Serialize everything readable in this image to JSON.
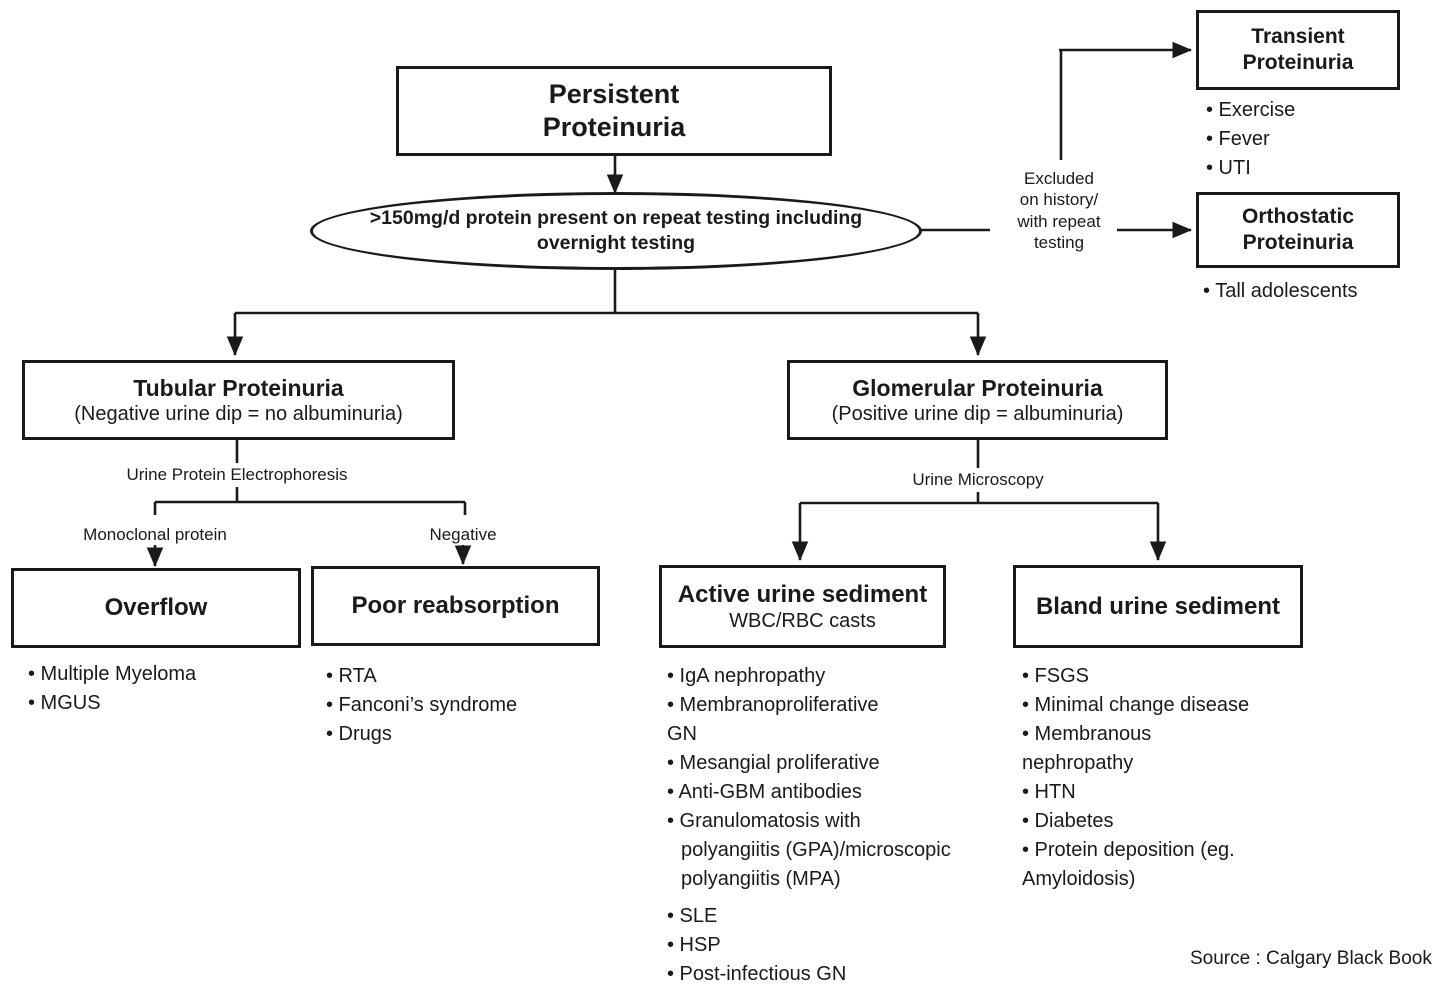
{
  "diagram": {
    "title": "Persistent Proteinuria diagnostic algorithm",
    "source_note": "Source : Calgary Black Book"
  },
  "nodes": {
    "persistent": {
      "label": "Persistent\nProteinuria"
    },
    "criteria": {
      "label": ">150mg/d protein present on repeat testing including overnight testing"
    },
    "transient": {
      "label": "Transient\nProteinuria"
    },
    "orthostatic": {
      "label": "Orthostatic\nProteinuria"
    },
    "tubular": {
      "title": "Tubular Proteinuria",
      "subtitle": "(Negative urine dip = no albuminuria)"
    },
    "glomerular": {
      "title": "Glomerular Proteinuria",
      "subtitle": "(Positive urine dip = albuminuria)"
    },
    "overflow": {
      "label": "Overflow"
    },
    "poor_reabsorption": {
      "label": "Poor reabsorption"
    },
    "active_sediment": {
      "title": "Active urine sediment",
      "subtitle": "WBC/RBC casts"
    },
    "bland_sediment": {
      "title": "Bland urine sediment"
    }
  },
  "edge_labels": {
    "excluded": "Excluded\non history/\nwith repeat\ntesting",
    "upep": "Urine Protein Electrophoresis",
    "monoclonal": "Monoclonal protein",
    "negative": "Negative",
    "microscopy": "Urine Microscopy"
  },
  "lists": {
    "transient": [
      "• Exercise",
      "• Fever",
      "• UTI"
    ],
    "orthostatic": [
      "• Tall adolescents"
    ],
    "overflow": [
      "• Multiple Myeloma",
      "• MGUS"
    ],
    "poor_reabsorption": [
      "• RTA",
      "• Fanconi’s syndrome",
      "• Drugs"
    ],
    "active_sediment": [
      "• IgA nephropathy",
      "• Membranoproliferative",
      "GN",
      "• Mesangial proliferative",
      "• Anti-GBM antibodies",
      "• Granulomatosis with",
      "polyangiitis (GPA)/microscopic",
      "polyangiitis (MPA)",
      "• SLE",
      "• HSP",
      "• Post-infectious GN"
    ],
    "bland_sediment": [
      "• FSGS",
      "• Minimal change disease",
      "• Membranous",
      "nephropathy",
      "• HTN",
      "• Diabetes",
      "• Protein deposition (eg.",
      "Amyloidosis)"
    ]
  },
  "colors": {
    "stroke": "#1a1a1a",
    "background": "#ffffff",
    "text": "#1a1a1a"
  }
}
